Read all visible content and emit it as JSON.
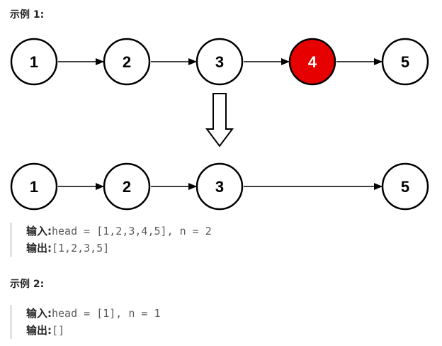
{
  "example1": {
    "title": "示例 1:",
    "before_nodes": [
      "1",
      "2",
      "3",
      "4",
      "5"
    ],
    "removed_index": 3,
    "after_nodes": [
      "1",
      "2",
      "3",
      "5"
    ],
    "highlight_color": "#e60000",
    "input_label": "输入:",
    "input_value": "head = [1,2,3,4,5], n = 2",
    "output_label": "输出:",
    "output_value": "[1,2,3,5]"
  },
  "example2": {
    "title": "示例 2:",
    "input_label": "输入:",
    "input_value": "head = [1], n = 1",
    "output_label": "输出:",
    "output_value": "[]"
  }
}
